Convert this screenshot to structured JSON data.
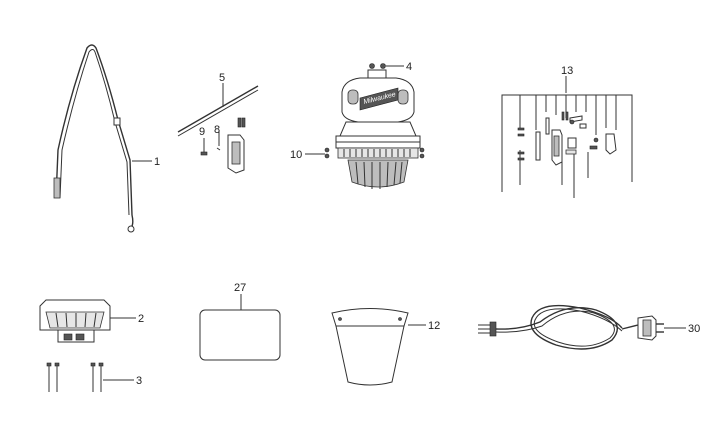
{
  "callouts": {
    "c1": "1",
    "c2": "2",
    "c3": "3",
    "c4": "4",
    "c5": "5",
    "c8": "8",
    "c9": "9",
    "c10": "10",
    "c12": "12",
    "c13": "13",
    "c27": "27",
    "c30": "30"
  },
  "brand_mark": "Milwaukee",
  "colors": {
    "line": "#333333",
    "fill_gray": "#bdbdbd",
    "fill_dark": "#555555"
  }
}
